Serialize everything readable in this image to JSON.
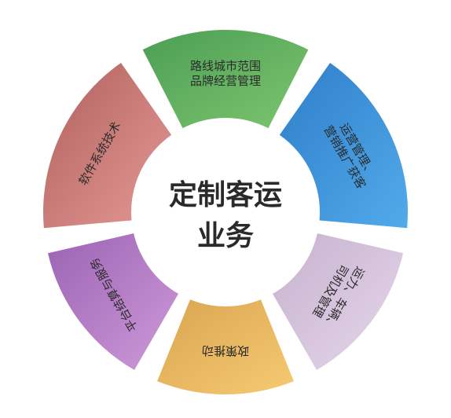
{
  "center": {
    "line1": "定制客运",
    "line2": "业务"
  },
  "segments": [
    {
      "id": "seg-top",
      "lines": [
        "路线城市范围",
        "品牌经营管理"
      ],
      "colors": [
        "#4c9e54",
        "#7cc56f"
      ]
    },
    {
      "id": "seg-upper-right",
      "lines": [
        "运营管理、",
        "营销推广获客"
      ],
      "colors": [
        "#2e7ec9",
        "#52aaea"
      ]
    },
    {
      "id": "seg-lower-right",
      "lines": [
        "运力、车辆、",
        "司机及管理"
      ],
      "colors": [
        "#c6b1ce",
        "#e6d8eb"
      ]
    },
    {
      "id": "seg-bottom",
      "lines": [
        "政策推动"
      ],
      "colors": [
        "#d9a550",
        "#f6ca72"
      ]
    },
    {
      "id": "seg-lower-left",
      "lines": [
        "平台结算与服务"
      ],
      "colors": [
        "#9b63b3",
        "#cf9ad9"
      ]
    },
    {
      "id": "seg-upper-left",
      "lines": [
        "软件系统技术"
      ],
      "colors": [
        "#b0605d",
        "#e59a96"
      ]
    }
  ]
}
